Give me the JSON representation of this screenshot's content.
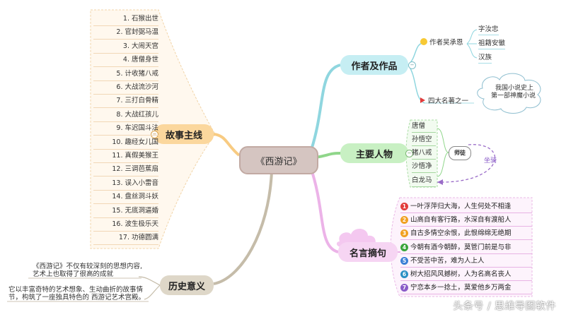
{
  "center": "《西游记》",
  "branches": {
    "works": "作者及作品",
    "chars": "主要人物",
    "quotes": "名言摘句",
    "story": "故事主线",
    "history": "历史意义"
  },
  "author": {
    "label": "作者吴承恩",
    "details": [
      "字汝忠",
      "祖籍安徽",
      "汉族"
    ]
  },
  "masterpiece": {
    "label": "四大名著之一",
    "cloud": [
      "我国小说史上",
      "第一部神魔小说"
    ]
  },
  "characters": {
    "members": [
      "唐僧",
      "孙悟空",
      "猪八戒",
      "沙悟净",
      "白龙马"
    ],
    "relation": "师徒",
    "mount_label": "坐骑"
  },
  "quotes": [
    {
      "n": "1",
      "text": "一叶浮萍归大海，人生何处不相逢",
      "color": "#e23b3b"
    },
    {
      "n": "2",
      "text": "山高自有客行路，水深自有渡船人",
      "color": "#f0a020"
    },
    {
      "n": "3",
      "text": "自古多情空余恨，此恨绵绵无绝期",
      "color": "#f0a020"
    },
    {
      "n": "4",
      "text": "今朝有酒今朝醉，莫管门前是与非",
      "color": "#3aa53a"
    },
    {
      "n": "5",
      "text": "不受苦中苦，难为人上人",
      "color": "#3a7fd5"
    },
    {
      "n": "6",
      "text": "树大招风风撼树，人为名高名丧人",
      "color": "#2a8fc4"
    },
    {
      "n": "7",
      "text": "宁恋本乡一捻土，莫爱他乡万两金",
      "color": "#8a5cc8"
    }
  ],
  "story": [
    "1. 石猴出世",
    "2. 官封弼马温",
    "3. 大闹天宫",
    "4. 唐僧身世",
    "5. 计收猪八戒",
    "6. 大战流沙河",
    "7. 三打白骨精",
    "8. 大战红孩儿",
    "9. 车迟国斗法",
    "10. 趣经女儿国",
    "11. 真假美猴王",
    "12. 三调芭蕉扇",
    "13. 误入小雷音",
    "14. 盘丝洞斗妖",
    "15. 无底洞逼婚",
    "16. 波生极乐天",
    "17. 功德圆满"
  ],
  "history": {
    "line1": "《西游记》不仅有较深刻的思想内容,",
    "line2": "艺术上也取得了很高的成就",
    "line3": "它以丰富奇特的艺术想象、生动曲折的故事情",
    "line4": "节，构筑了一座独具特色的 西游记艺术宫殿。"
  },
  "watermark": "头条号 / 思维导图软件",
  "colors": {
    "works": "#7fd1dc",
    "chars": "#7ccf73",
    "quotes": "#e9a6e4",
    "story": "#f6c06a",
    "history": "#b6ab95",
    "center": "#d5c5c1"
  }
}
